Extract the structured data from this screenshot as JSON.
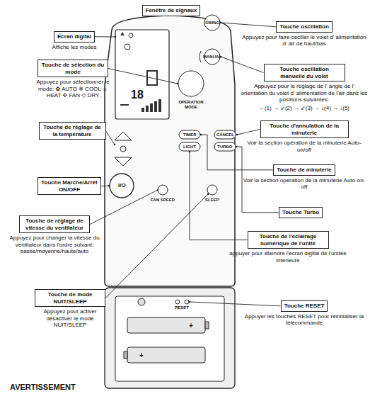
{
  "diagram": {
    "nodes": [
      {
        "text": [
          "Fenêtre de signaux"
        ]
      },
      {
        "text": [
          "Écran digital",
          "Affiche les modes"
        ]
      },
      {
        "text": [
          "Touche oscillation",
          "Appuyez pour faire osciller le volet d' alimentation d' air de haut/bas"
        ]
      },
      {
        "text": [
          "Touche de sélection du mode",
          "Appuyez pour sélectionner le mode: ✿ AUTO ❄ COOL ☼ HEAT ✣ FAN ◇ DRY"
        ]
      },
      {
        "text": [
          "Touche oscillation manuelle du volet",
          "Appuyez pour le réglage de l' angle de l' orientation du volet d' alimentation de l'air dans les positions suivantes:",
          "←(1) → ↙(2) → ↙(3) → ↓(4) → ↓(5)"
        ]
      },
      {
        "text": [
          "Touche de réglage de la température"
        ]
      },
      {
        "text": [
          "Touche d'annulation de la minuterie",
          "Voir la section opération de la minuterie Auto-on/off"
        ]
      },
      {
        "text": [
          "Touche de minuterie",
          "Voir la section opération de la minuterie Auto-on-off"
        ]
      },
      {
        "text": [
          "Touche Marche/Arrêt ON/OFF"
        ]
      },
      {
        "text": [
          "Touche Turbo"
        ]
      },
      {
        "text": [
          "Touche de réglage de vitesse du ventilateur",
          "Appuyez pour changer la vitesse du ventilateur dans l'ordre suivant: basse/moyenne/haute/auto"
        ]
      },
      {
        "text": [
          "Touche de l'éclairage numérique de l'unité",
          "appuyer pour éteindre l'écran digital de l'unitée intérieure"
        ]
      },
      {
        "text": [
          "Touche de mode NUIT/SLEEP",
          "Appuyez pour activer désactiver le mode NUIT/SLEEP"
        ]
      },
      {
        "text": [
          "Touche RESET",
          "Appuyer les touches RESET pour réinitialiser la télécommande"
        ]
      }
    ],
    "labels": [
      "SWING",
      "MANUAL",
      "OPERATION MODE",
      "TIMER",
      "CANCEL",
      "LIGHT",
      "TURBO",
      "FAN SPEED",
      "SLEEP",
      "I/O",
      "RESET",
      "+",
      "+",
      "AVERTISSEMENT",
      "18"
    ]
  }
}
